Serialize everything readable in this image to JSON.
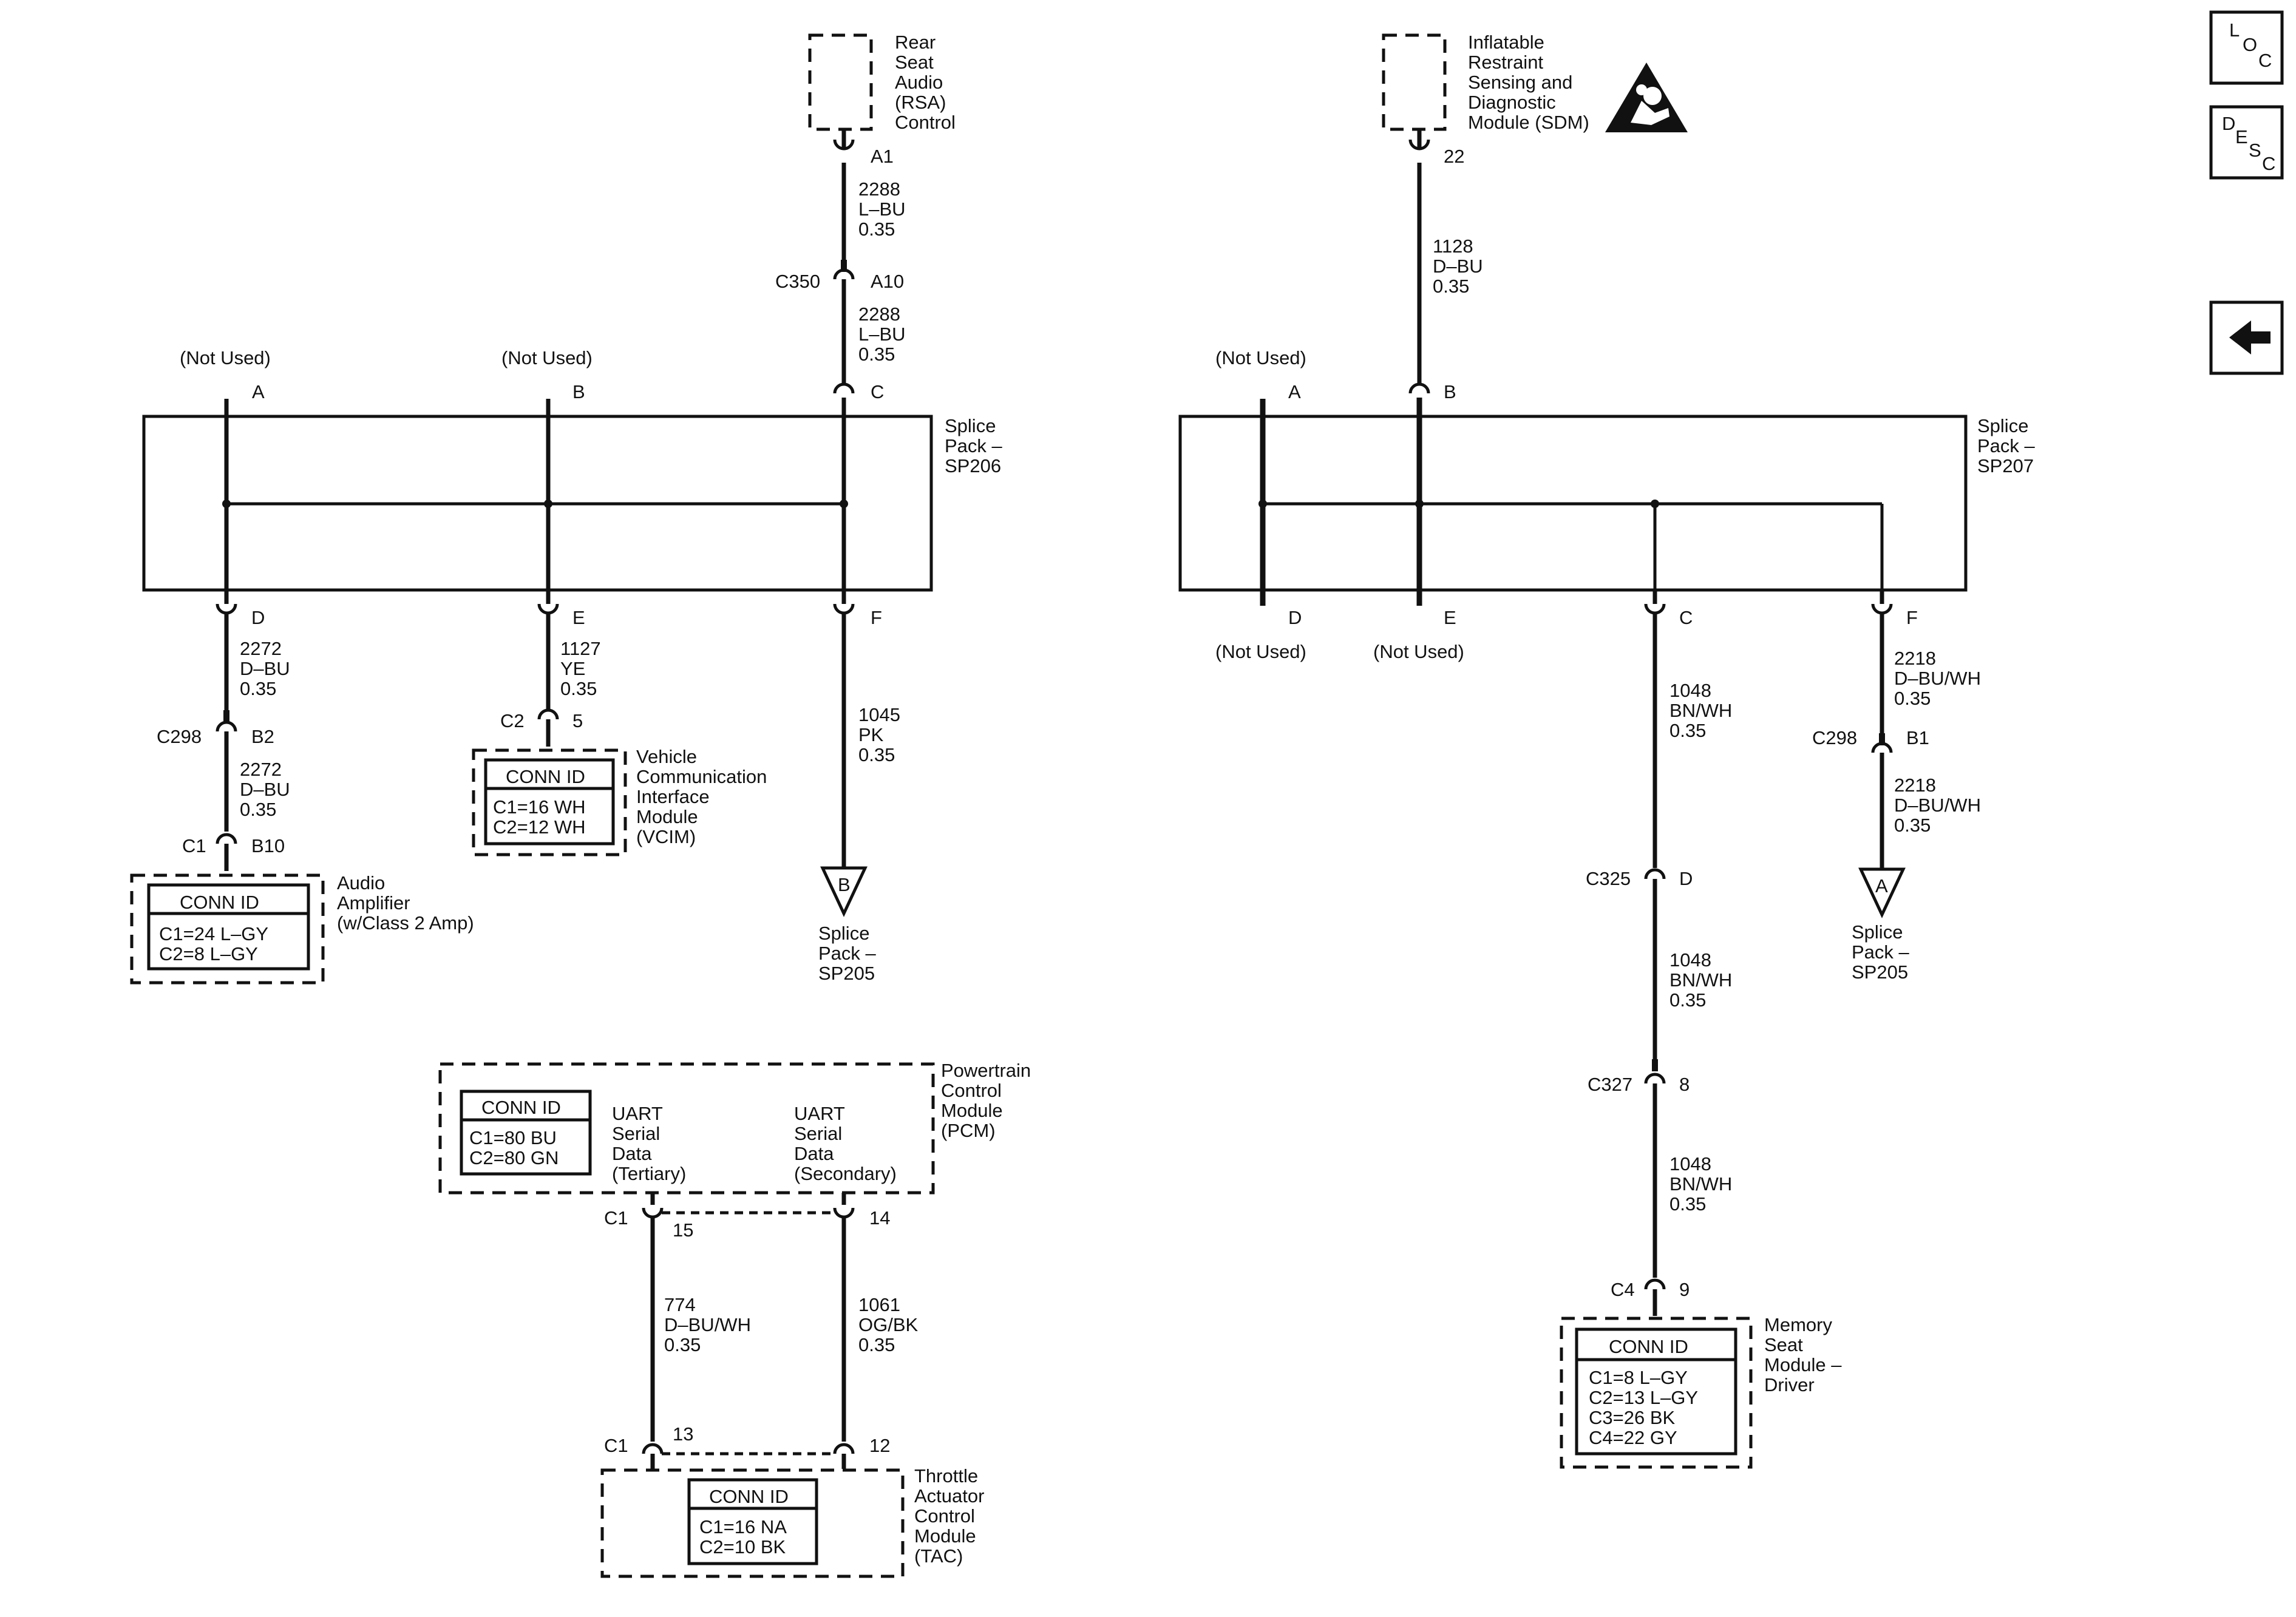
{
  "nav": {
    "loc": [
      "L",
      "O",
      "C"
    ],
    "desc": [
      "D",
      "E",
      "S",
      "C"
    ],
    "back_icon": "left-arrow-icon"
  },
  "sp206": {
    "name": [
      "Splice",
      "Pack –",
      "SP206"
    ],
    "top_pins": {
      "a": "A",
      "b": "B",
      "c": "C"
    },
    "not_used_a": "(Not Used)",
    "not_used_b": "(Not Used)",
    "bottom_pins": {
      "d": "D",
      "e": "E",
      "f": "F"
    }
  },
  "sp207": {
    "name": [
      "Splice",
      "Pack –",
      "SP207"
    ],
    "top_pins": {
      "a": "A",
      "b": "B"
    },
    "not_used_a": "(Not Used)",
    "bottom_pins": {
      "d": "D",
      "e": "E",
      "c": "C",
      "f": "F"
    },
    "not_used_d": "(Not Used)",
    "not_used_e": "(Not Used)"
  },
  "rsa": {
    "name": [
      "Rear",
      "Seat",
      "Audio",
      "(RSA)",
      "Control"
    ],
    "pin": "A1",
    "wire1": [
      "2288",
      "L–BU",
      "0.35"
    ],
    "inline_conn": "C350",
    "inline_pin": "A10",
    "wire2": [
      "2288",
      "L–BU",
      "0.35"
    ]
  },
  "sdm": {
    "name": [
      "Inflatable",
      "Restraint",
      "Sensing and",
      "Diagnostic",
      "Module (SDM)"
    ],
    "pin": "22",
    "wire": [
      "1128",
      "D–BU",
      "0.35"
    ],
    "warning_icon": "airbag-warning-icon"
  },
  "audio_branch": {
    "wire1": [
      "2272",
      "D–BU",
      "0.35"
    ],
    "inline_conn": "C298",
    "inline_pin": "B2",
    "wire2": [
      "2272",
      "D–BU",
      "0.35"
    ],
    "end_conn": "C1",
    "end_pin": "B10"
  },
  "audio_amp": {
    "conn_title": "CONN ID",
    "conn_lines": [
      "C1=24 L–GY",
      "C2=8 L–GY"
    ],
    "name": [
      "Audio",
      "Amplifier",
      "(w/Class 2 Amp)"
    ]
  },
  "vcim_branch": {
    "wire": [
      "1127",
      "YE",
      "0.35"
    ],
    "end_conn": "C2",
    "end_pin": "5"
  },
  "vcim": {
    "conn_title": "CONN ID",
    "conn_lines": [
      "C1=16 WH",
      "C2=12 WH"
    ],
    "name": [
      "Vehicle",
      "Communication",
      "Interface",
      "Module",
      "(VCIM)"
    ]
  },
  "sp205_b": {
    "wire": [
      "1045",
      "PK",
      "0.35"
    ],
    "letter": "B",
    "name": [
      "Splice",
      "Pack –",
      "SP205"
    ]
  },
  "sp205_a": {
    "wire1": [
      "2218",
      "D–BU/WH",
      "0.35"
    ],
    "inline_conn": "C298",
    "inline_pin": "B1",
    "wire2": [
      "2218",
      "D–BU/WH",
      "0.35"
    ],
    "letter": "A",
    "name": [
      "Splice",
      "Pack –",
      "SP205"
    ]
  },
  "seat_branch": {
    "wire1": [
      "1048",
      "BN/WH",
      "0.35"
    ],
    "c325": "C325",
    "c325_pin": "D",
    "wire2": [
      "1048",
      "BN/WH",
      "0.35"
    ],
    "c327": "C327",
    "c327_pin": "8",
    "wire3": [
      "1048",
      "BN/WH",
      "0.35"
    ],
    "end_conn": "C4",
    "end_pin": "9"
  },
  "memory_seat": {
    "conn_title": "CONN ID",
    "conn_lines": [
      "C1=8 L–GY",
      "C2=13 L–GY",
      "C3=26 BK",
      "C4=22 GY"
    ],
    "name": [
      "Memory",
      "Seat",
      "Module –",
      "Driver"
    ]
  },
  "pcm": {
    "conn_title": "CONN ID",
    "conn_lines": [
      "C1=80 BU",
      "C2=80 GN"
    ],
    "tertiary": [
      "UART",
      "Serial",
      "Data",
      "(Tertiary)"
    ],
    "secondary": [
      "UART",
      "Serial",
      "Data",
      "(Secondary)"
    ],
    "name": [
      "Powertrain",
      "Control",
      "Module",
      "(PCM)"
    ],
    "conn": "C1",
    "pin_left": "15",
    "pin_right": "14"
  },
  "uart_wires": {
    "left": [
      "774",
      "D–BU/WH",
      "0.35"
    ],
    "right": [
      "1061",
      "OG/BK",
      "0.35"
    ]
  },
  "tac": {
    "conn": "C1",
    "pin_left": "13",
    "pin_right": "12",
    "conn_title": "CONN ID",
    "conn_lines": [
      "C1=16 NA",
      "C2=10 BK"
    ],
    "name": [
      "Throttle",
      "Actuator",
      "Control",
      "Module",
      "(TAC)"
    ]
  }
}
